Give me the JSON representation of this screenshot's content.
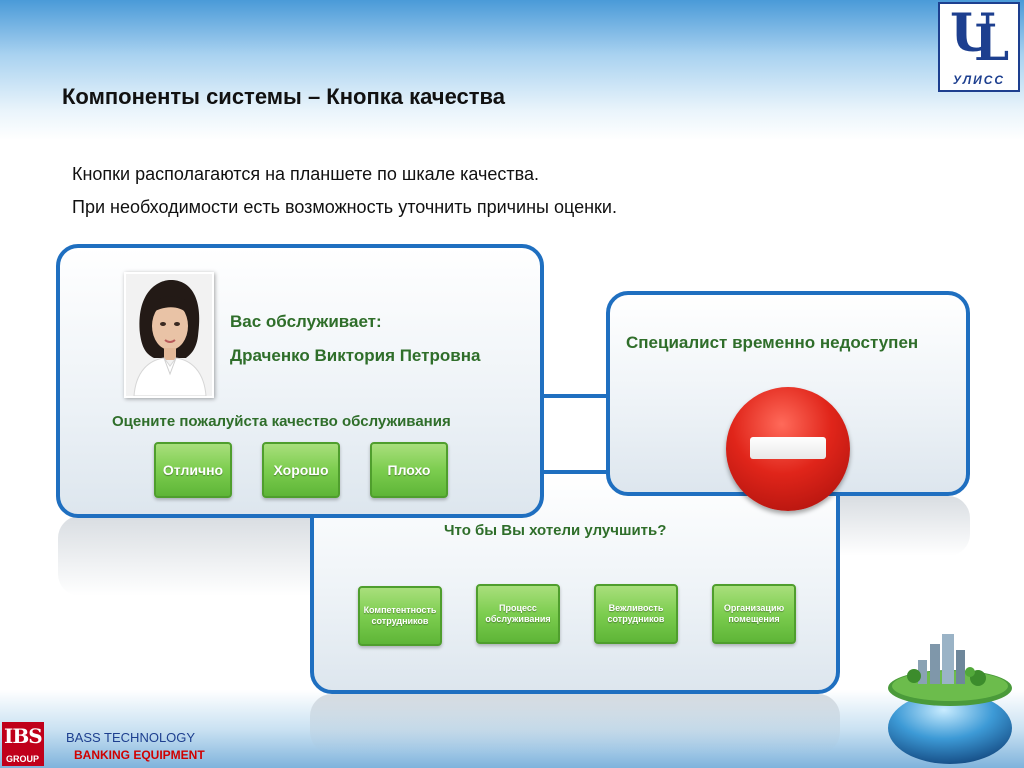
{
  "slide": {
    "title": "Компоненты системы – Кнопка качества",
    "intro_line1": "Кнопки располагаются на планшете по шкале качества.",
    "intro_line2": "При необходимости есть возможность уточнить причины оценки."
  },
  "logo": {
    "letters": "UL",
    "name": "УЛИСС"
  },
  "rating_panel": {
    "served_by_label": "Вас обслуживает:",
    "employee_name": "Драченко Виктория Петровна",
    "prompt": "Оцените пожалуйста качество обслуживания",
    "buttons": [
      "Отлично",
      "Хорошо",
      "Плохо"
    ]
  },
  "unavailable_panel": {
    "message": "Специалист временно недоступен"
  },
  "improve_panel": {
    "prompt": "Что бы Вы хотели улучшить?",
    "options": [
      "Компетентность сотрудников",
      "Процесс обслуживания",
      "Вежливость сотрудников",
      "Организацию помещения"
    ]
  },
  "footer": {
    "ibs_logo": "IBS",
    "ibs_group": "GROUP",
    "line1": "BASS TECHNOLOGY",
    "line2": "BANKING EQUIPMENT"
  },
  "colors": {
    "panel_border": "#1f6fc0",
    "button_green": "#7ccd4f",
    "text_green": "#2f6e2a",
    "stop_red": "#e0251a"
  }
}
